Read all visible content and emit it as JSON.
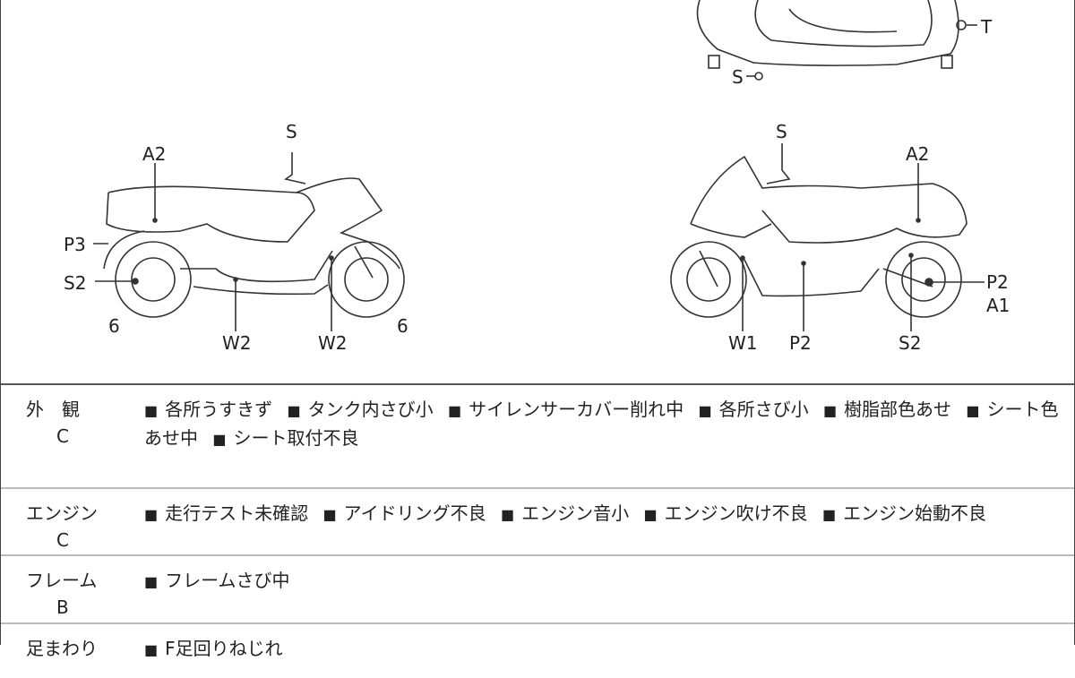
{
  "diagram": {
    "top_view_labels": [
      "T",
      "S"
    ],
    "left_view_labels": {
      "s": "S",
      "a2": "A2",
      "p3": "P3",
      "s2": "S2",
      "six_rear": "6",
      "w2_a": "W2",
      "w2_b": "W2",
      "six_front": "6"
    },
    "right_view_labels": {
      "s": "S",
      "a2": "A2",
      "p2_right": "P2",
      "a1": "A1",
      "w1": "W1",
      "p2": "P2",
      "s2": "S2"
    }
  },
  "rows": [
    {
      "category": "外　観",
      "grade": "C",
      "items": [
        "各所うすきず",
        "タンク内さび小",
        "サイレンサーカバー削れ中",
        "各所さび小",
        "樹脂部色あせ",
        "シート色あせ中",
        "シート取付不良"
      ]
    },
    {
      "category": "エンジン",
      "grade": "C",
      "items": [
        "走行テスト未確認",
        "アイドリング不良",
        "エンジン音小",
        "エンジン吹け不良",
        "エンジン始動不良"
      ]
    },
    {
      "category": "フレーム",
      "grade": "B",
      "items": [
        "フレームさび中"
      ]
    },
    {
      "category": "足まわり",
      "grade": "",
      "items": [
        "F足回りねじれ"
      ]
    }
  ],
  "bullet": "■"
}
